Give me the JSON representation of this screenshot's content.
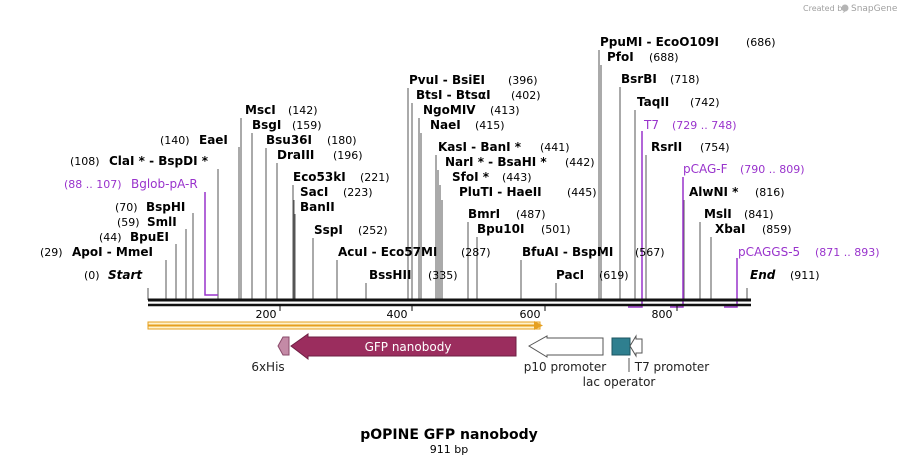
{
  "credit": {
    "created_by": "Created by",
    "app": "SnapGene"
  },
  "title": "pOPINE GFP nanobody",
  "subtitle": "911 bp",
  "colors": {
    "primer": "#9933cc",
    "gfp": "#9b2d5e",
    "lac": "#2f7f8f",
    "his": "#c48aa6",
    "orf": "#e6a020"
  },
  "enzymes": [
    {
      "pos": "(0)",
      "name": "Start"
    },
    {
      "pos": "(29)",
      "name": "ApoI  -  MmeI"
    },
    {
      "pos": "(44)",
      "name": "BpuEI"
    },
    {
      "pos": "(59)",
      "name": "SmlI"
    },
    {
      "pos": "(70)",
      "name": "BspHI"
    },
    {
      "pos": "(108)",
      "name": "ClaI *  -  BspDI *"
    },
    {
      "pos": "(140)",
      "name": "EaeI"
    },
    {
      "name": "MscI",
      "pos": "(142)"
    },
    {
      "name": "BsgI",
      "pos": "(159)"
    },
    {
      "name": "Bsu36I",
      "pos": "(180)"
    },
    {
      "name": "DraIII",
      "pos": "(196)"
    },
    {
      "name": "Eco53kI",
      "pos": "(221)"
    },
    {
      "name": "SacI",
      "pos": "(223)"
    },
    {
      "name": "BanII",
      "pos": ""
    },
    {
      "name": "SspI",
      "pos": "(252)"
    },
    {
      "name": "AcuI  -  Eco57MI",
      "pos": "(287)"
    },
    {
      "name": "BssHII",
      "pos": "(335)"
    },
    {
      "name": "PvuI  -  BsiEI",
      "pos": "(396)"
    },
    {
      "name": "BtsI  -  BtsαI",
      "pos": "(402)"
    },
    {
      "name": "NgoMIV",
      "pos": "(413)"
    },
    {
      "name": "NaeI",
      "pos": "(415)"
    },
    {
      "name": "KasI  -  BanI *",
      "pos": "(441)"
    },
    {
      "name": "NarI *  -  BsaHI *",
      "pos": "(442)"
    },
    {
      "name": "SfoI *",
      "pos": "(443)"
    },
    {
      "name": "PluTI  -  HaeII",
      "pos": "(445)"
    },
    {
      "name": "BmrI",
      "pos": "(487)"
    },
    {
      "name": "Bpu10I",
      "pos": "(501)"
    },
    {
      "name": "BfuAI  -  BspMI",
      "pos": "(567)"
    },
    {
      "name": "PacI",
      "pos": "(619)"
    },
    {
      "name": "PpuMI  -  EcoO109I",
      "pos": "(686)"
    },
    {
      "name": "PfoI",
      "pos": "(688)"
    },
    {
      "name": "BsrBI",
      "pos": "(718)"
    },
    {
      "name": "TaqII",
      "pos": "(742)"
    },
    {
      "name": "RsrII",
      "pos": "(754)"
    },
    {
      "name": "AlwNI *",
      "pos": "(816)"
    },
    {
      "name": "MslI",
      "pos": "(841)"
    },
    {
      "name": "XbaI",
      "pos": "(859)"
    },
    {
      "name": "End",
      "pos": "(911)"
    }
  ],
  "primers": [
    {
      "range": "(88 .. 107)",
      "name": "Bglob-pA-R"
    },
    {
      "name": "T7",
      "range": "(729 .. 748)"
    },
    {
      "name": "pCAG-F",
      "range": "(790 .. 809)"
    },
    {
      "name": "pCAGGS-5",
      "range": "(871 .. 893)"
    }
  ],
  "ruler": {
    "ticks": [
      "200",
      "400",
      "600",
      "800"
    ]
  },
  "features": {
    "gfp": "GFP nanobody",
    "his": "6xHis",
    "p10": "p10 promoter",
    "t7": "T7 promoter",
    "lac": "lac operator"
  }
}
